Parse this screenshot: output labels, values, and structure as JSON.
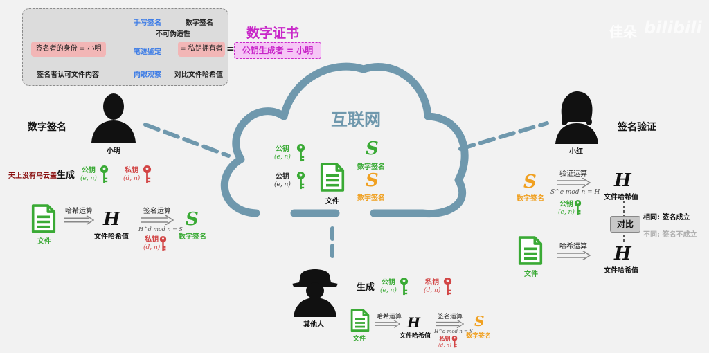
{
  "legend": {
    "col_handwritten": "手写签名",
    "col_digital": "数字签名",
    "row_unforgeable": "不可伪造性",
    "signer_identity": "签名者的身份 = 小明",
    "handwriting_check": "笔迹鉴定",
    "private_key_owner": "= 私钥拥有者",
    "signer_accepts": "签名者认可文件内容",
    "visual_check": "肉眼观察",
    "compare_hash": "对比文件哈希值",
    "equals": "="
  },
  "certificate": {
    "title": "数字证书",
    "box": "公钥生成者 = 小明"
  },
  "watermark": {
    "uploader": "佳朵",
    "platform": "bilibili"
  },
  "cloud": {
    "title": "互联网",
    "pub_key_label": "公钥",
    "pub_key_params": "(e, n)",
    "sig_symbol": "S",
    "sig_label": "数字签名",
    "file_label": "文件"
  },
  "left": {
    "section_title": "数字签名",
    "person_name": "小明",
    "slogan": "天上没有乌云盖",
    "generate": "生成",
    "pub_key_label": "公钥",
    "pub_key_params": "(e, n)",
    "priv_key_label": "私钥",
    "priv_key_params": "(d, n)",
    "file_label": "文件",
    "hash_op": "哈希运算",
    "hash_symbol": "H",
    "hash_label": "文件哈希值",
    "sign_op": "签名运算",
    "sign_formula": "H^d mod n = S",
    "sig_symbol": "S",
    "sig_label": "数字签名"
  },
  "right": {
    "section_title": "签名验证",
    "person_name": "小红",
    "sig_symbol": "S",
    "sig_label": "数字签名",
    "verify_op": "验证运算",
    "verify_formula": "S^e mod n = H",
    "pub_key_label": "公钥",
    "pub_key_params": "(e, n)",
    "hash_symbol": "H",
    "hash_label": "文件哈希值",
    "compare": "对比",
    "same": "相同: 签名成立",
    "different": "不同: 签名不成立",
    "file_label": "文件",
    "hash_op": "哈希运算"
  },
  "bottom": {
    "person_name": "其他人",
    "generate": "生成",
    "pub_key_label": "公钥",
    "pub_key_params": "(e, n)",
    "priv_key_label": "私钥",
    "priv_key_params": "(d, n)",
    "file_label": "文件",
    "hash_op": "哈希运算",
    "hash_symbol": "H",
    "hash_label": "文件哈希值",
    "sign_op": "签名运算",
    "sign_formula": "H^d mod n = S",
    "sig_symbol": "S",
    "sig_label": "数字签名"
  },
  "colors": {
    "green": "#3aaa35",
    "orange": "#f0a020",
    "red": "#d24545",
    "blue": "#3b7be6",
    "purple": "#c826c8",
    "cloud": "#6f98ad"
  }
}
